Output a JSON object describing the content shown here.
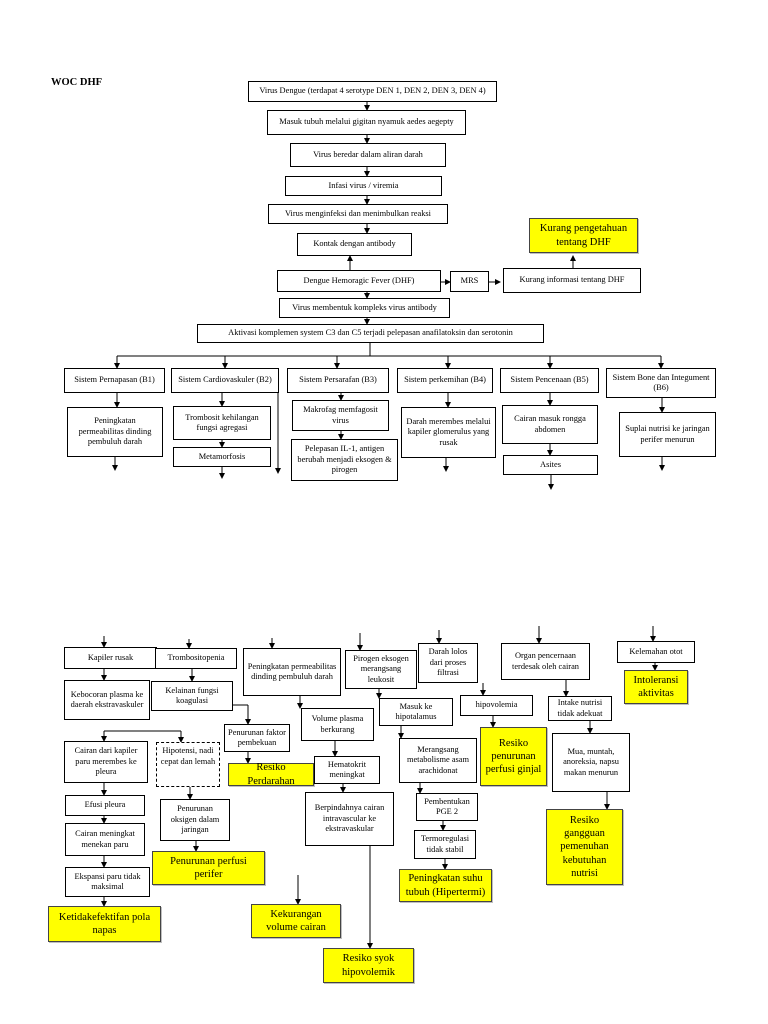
{
  "title": "WOC DHF",
  "top": {
    "n1": "Virus Dengue (terdapat 4 serotype DEN 1, DEN 2, DEN 3, DEN 4)",
    "n2": "Masuk tubuh melalui gigitan nyamuk aedes aegepty",
    "n3": "Virus beredar dalam aliran darah",
    "n4": "Infasi virus / viremia",
    "n5": "Virus menginfeksi dan menimbulkan reaksi",
    "n6": "Kontak dengan antibody",
    "n7": "Dengue Hemoragic Fever (DHF)",
    "mrs": "MRS",
    "kurang_info": "Kurang informasi tentang DHF",
    "kurang_pengetahuan": "Kurang pengetahuan tentang DHF",
    "n8": "Virus membentuk kompleks virus antibody",
    "n9": "Aktivasi komplemen system C3 dan C5 terjadi pelepasan anafilatoksin dan serotonin"
  },
  "systems": {
    "b1": "Sistem Pernapasan (B1)",
    "b2": "Sistem Cardiovaskuler (B2)",
    "b3": "Sistem Persarafan (B3)",
    "b4": "Sistem perkemihan (B4)",
    "b5": "Sistem Pencenaan (B5)",
    "b6": "Sistem Bone dan Integument (B6)"
  },
  "upper": {
    "b1a": "Peningkatan permeabilitas dinding pembuluh darah",
    "b2a": "Trombosit kehilangan fungsi agregasi",
    "b2b": "Metamorfosis",
    "b3a": "Makrofag memfagosit virus",
    "b3b": "Pelepasan IL-1, antigen berubah menjadi eksogen & pirogen",
    "b4a": "Darah merembes melalui kapiler glomerulus yang rusak",
    "b5a": "Cairan masuk rongga abdomen",
    "b5b": "Asites",
    "b6a": "Suplai nutrisi ke jaringan perifer menurun"
  },
  "lower": {
    "kapiler_rusak": "Kapiler rusak",
    "kebocoran": "Kebocoran plasma ke daerah ekstravaskuler",
    "cairan_kapiler": "Cairan dari kapiler paru merembes ke pleura",
    "efusi": "Efusi pleura",
    "cairan_meningkat": "Cairan meningkat menekan paru",
    "ekspansi": "Ekspansi paru tidak maksimal",
    "ketidakefektifan": "Ketidakefektifan pola napas",
    "trombositopenia": "Trombositopenia",
    "kelainan": "Kelainan fungsi koagulasi",
    "hipotensi": "Hipotensi, nadi cepat dan lemah",
    "penurunan_oksigen": "Penurunan oksigen dalam jaringan",
    "penurunan_perfusi_perifer": "Penurunan perfusi perifer",
    "peningkatan_permeabilitas": "Peningkatan permeabilitas dinding pembuluh darah",
    "penurunan_faktor": "Penurunan faktor pembekuan",
    "resiko_perdarahan": "Resiko Perdarahan",
    "volume_plasma": "Volume plasma berkurang",
    "hematokrit": "Hematokrit meningkat",
    "berpindahnya": "Berpindahnya cairan intravascular ke ekstravaskular",
    "kekurangan_volume": "Kekurangan volume cairan",
    "resiko_syok": "Resiko syok hipovolemik",
    "pirogen": "Pirogen eksogen merangsang leukosit",
    "masuk_hipotalamus": "Masuk ke hipotalamus",
    "merangsang": "Merangsang metabolisme asam arachidonat",
    "pembentukan": "Pembentukan PGE 2",
    "termoregulasi": "Termoregulasi tidak stabil",
    "peningkatan_suhu": "Peningkatan suhu tubuh (Hipertermi)",
    "darah_lolos": "Darah lolos dari proses filtrasi",
    "hipovolemia": "hipovolemia",
    "resiko_perfusi_ginjal": "Resiko penurunan perfusi ginjal",
    "organ_pencernaan": "Organ pencernaan terdesak oleh cairan",
    "intake": "Intake nutrisi tidak adekuat",
    "mual": "Mua, muntah, anoreksia, napsu makan menurun",
    "resiko_nutrisi": "Resiko gangguan pemenuhan kebutuhan nutrisi",
    "kelemahan": "Kelemahan otot",
    "intoleransi": "Intoleransi aktivitas"
  }
}
